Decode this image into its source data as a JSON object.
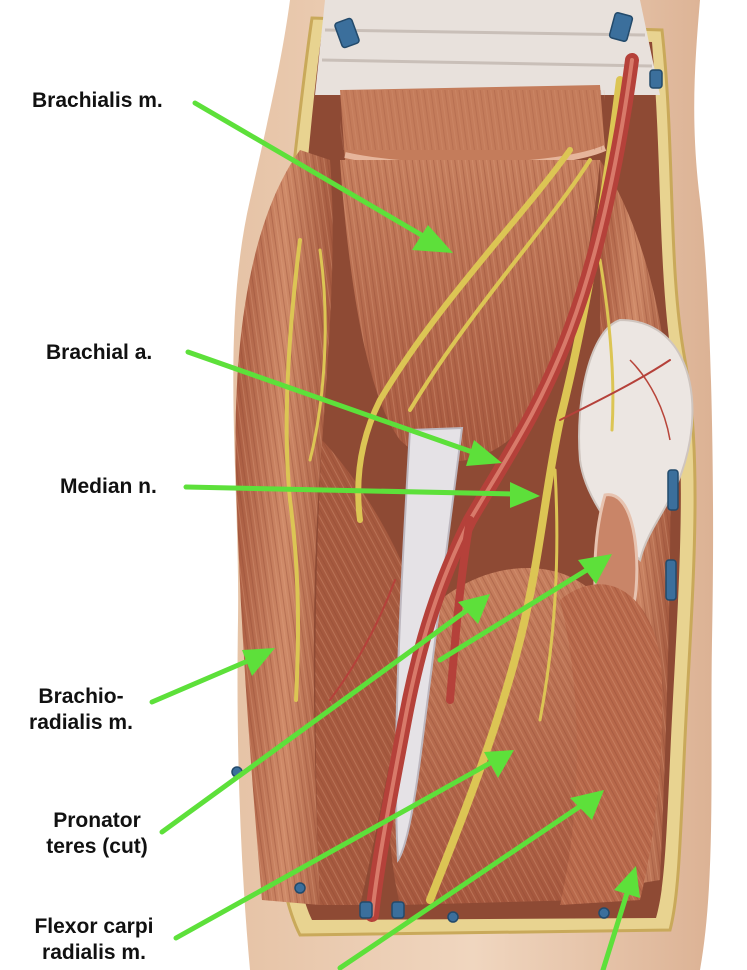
{
  "labels": {
    "brachialis": "Brachialis m.",
    "brachial_a": "Brachial a.",
    "median_n": "Median n.",
    "brachioradialis": [
      "Brachio-",
      "radialis m."
    ],
    "pronator_teres": [
      "Pronator",
      "teres (cut)"
    ],
    "flexor_carpi_radialis": [
      "Flexor carpi",
      "radialis m."
    ]
  },
  "colors": {
    "pointer_arrow": "#5de03a",
    "muscle": "#b96a4c",
    "muscle_light": "#d79a7a",
    "artery": "#b8453a",
    "nerve": "#d8c24a",
    "skin": "#e8c6a8",
    "fascia": "#e9e2dc"
  }
}
